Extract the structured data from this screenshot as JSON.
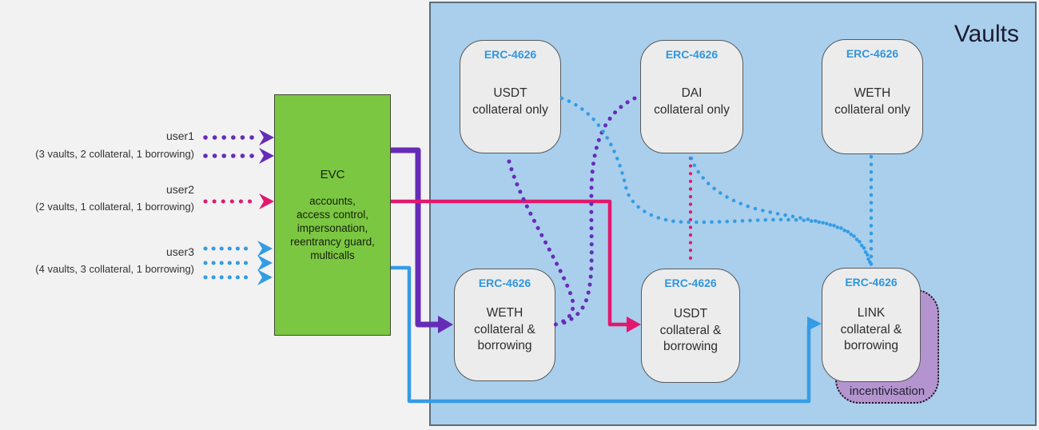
{
  "panel": {
    "title": "Vaults"
  },
  "evc": {
    "title": "EVC",
    "lines": [
      "accounts,",
      "access control,",
      "impersonation,",
      "reentrancy guard,",
      "multicalls"
    ]
  },
  "users": [
    {
      "name": "user1",
      "detail": "(3 vaults, 2 collateral, 1 borrowing)"
    },
    {
      "name": "user2",
      "detail": "(2 vaults, 1 collateral, 1 borrowing)"
    },
    {
      "name": "user3",
      "detail": "(4 vaults, 3 collateral, 1 borrowing)"
    }
  ],
  "vaults": [
    {
      "standard": "ERC-4626",
      "name": "USDT",
      "sub": [
        "collateral only"
      ]
    },
    {
      "standard": "ERC-4626",
      "name": "DAI",
      "sub": [
        "collateral only"
      ]
    },
    {
      "standard": "ERC-4626",
      "name": "WETH",
      "sub": [
        "collateral only"
      ]
    },
    {
      "standard": "ERC-4626",
      "name": "WETH",
      "sub": [
        "collateral &",
        "borrowing"
      ]
    },
    {
      "standard": "ERC-4626",
      "name": "USDT",
      "sub": [
        "collateral &",
        "borrowing"
      ]
    },
    {
      "standard": "ERC-4626",
      "name": "LINK",
      "sub": [
        "collateral &",
        "borrowing"
      ]
    }
  ],
  "incentivisation": {
    "label": "incentivisation"
  },
  "colors": {
    "purple": "#662CB8",
    "pink": "#E2186E",
    "blue": "#359CE4",
    "green": "#7CC742",
    "panel_bg": "#A9CFEC",
    "vault_bg": "#ECECEC",
    "incentive_bg": "#B494CF",
    "erc_label": "#2F96E0",
    "page_bg": "#F2F2F3"
  }
}
